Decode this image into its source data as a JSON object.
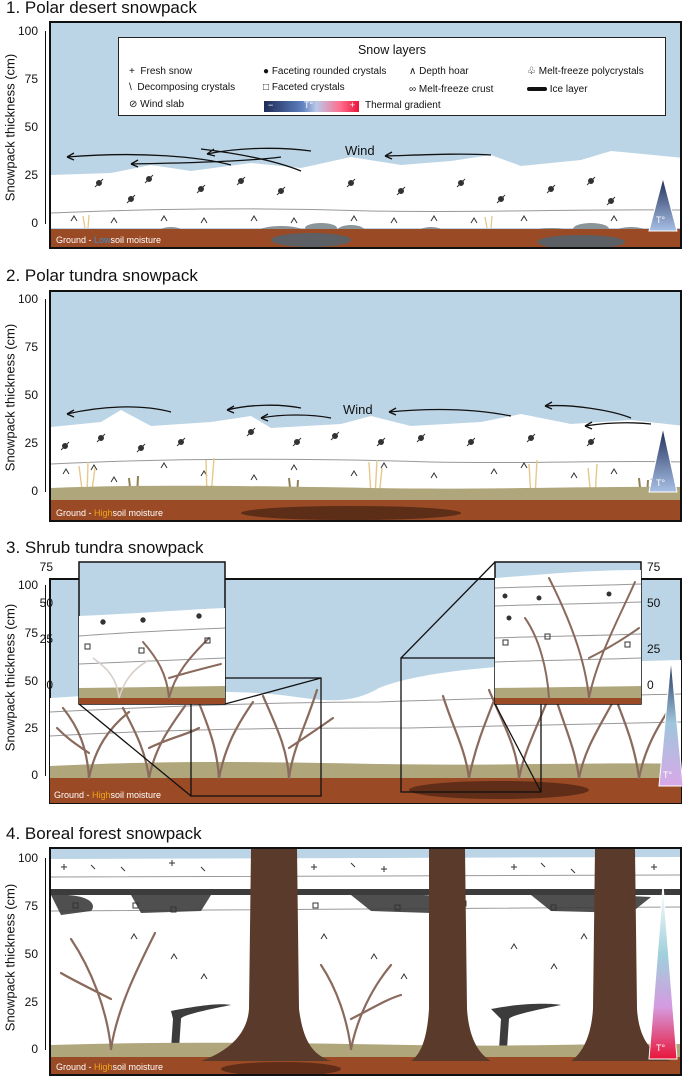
{
  "panels": [
    {
      "title": "1. Polar desert snowpack",
      "ylabel": "Snowpack thickness (cm)",
      "ticks": [
        "100",
        "75",
        "50",
        "25",
        "0"
      ],
      "ground_prefix": "Ground - ",
      "ground_highlight": "Low",
      "ground_suffix": "soil moisture",
      "wind_label": "Wind",
      "temp_label": "T°"
    },
    {
      "title": "2. Polar tundra snowpack",
      "ylabel": "Snowpack thickness (cm)",
      "ticks": [
        "100",
        "75",
        "50",
        "25",
        "0"
      ],
      "ground_prefix": "Ground - ",
      "ground_highlight": "High",
      "ground_suffix": "soil moisture",
      "wind_label": "Wind",
      "temp_label": "T°"
    },
    {
      "title": "3. Shrub tundra snowpack",
      "ylabel": "Snowpack thickness (cm)",
      "ticks": [
        "100",
        "75",
        "50",
        "25",
        "0"
      ],
      "inset_ticks": [
        "75",
        "50",
        "25",
        "0"
      ],
      "ground_prefix": "Ground - ",
      "ground_highlight": "High",
      "ground_suffix": "soil moisture",
      "temp_label": "T°"
    },
    {
      "title": "4. Boreal forest snowpack",
      "ylabel": "Snowpack thickness (cm)",
      "ticks": [
        "100",
        "75",
        "50",
        "25",
        "0"
      ],
      "ground_prefix": "Ground - ",
      "ground_highlight": "High",
      "ground_suffix": "soil moisture",
      "temp_label": "T°"
    }
  ],
  "legend": {
    "title": "Snow layers",
    "items": {
      "fresh_snow": "Fresh snow",
      "decomposing": "Decomposing crystals",
      "wind_slab": "Wind slab",
      "faceting_rounded": "Faceting rounded crystals",
      "faceted": "Faceted crystals",
      "thermal_gradient": "Thermal gradient",
      "depth_hoar": "Depth hoar",
      "melt_freeze_crust": "Melt-freeze crust",
      "melt_freeze_poly": "Melt-freeze polycrystals",
      "ice_layer": "Ice layer"
    },
    "gradient_minus": "−",
    "gradient_label": "T°",
    "gradient_plus": "+"
  },
  "colors": {
    "sky": "#bcd5e6",
    "snow": "#ffffff",
    "soil": "#9a4a25",
    "litter": "#b0a67c",
    "rocks": "#7b8a8f",
    "shrub": "#8a6a5c",
    "trunk": "#5a3a2a",
    "ice": "#3c3c3c",
    "highlight": "#f2a516",
    "low_soil": "#3a8fcf"
  }
}
